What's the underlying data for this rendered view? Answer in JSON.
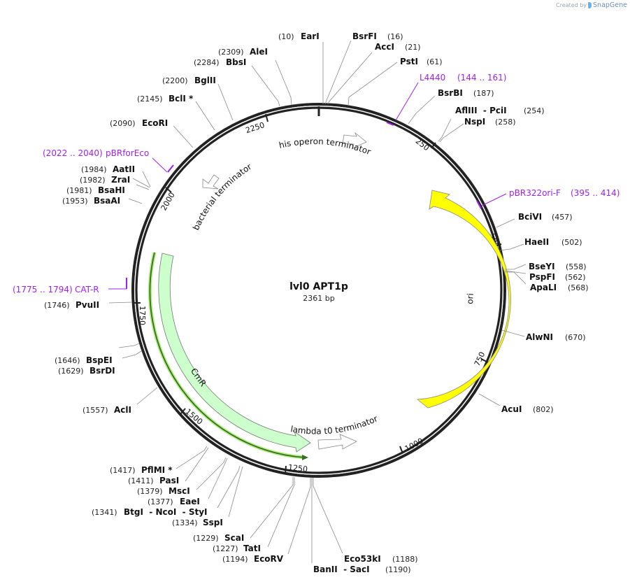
{
  "credit": {
    "prefix": "Created by",
    "brand": "SnapGene"
  },
  "plasmid": {
    "name": "lvl0 APT1p",
    "length_label": "2361 bp",
    "length": 2361
  },
  "colors": {
    "backbone": "#222222",
    "primer": "#a020f0",
    "ori": "#ffff00",
    "cmr": "#ccffcc",
    "cmr_line": "#88dd44",
    "leader": "#888888"
  },
  "ticks": [
    {
      "label": "250"
    },
    {
      "label": "500"
    },
    {
      "label": "750"
    },
    {
      "label": "1000"
    },
    {
      "label": "1250"
    },
    {
      "label": "1500"
    },
    {
      "label": "1750"
    },
    {
      "label": "2000"
    },
    {
      "label": "2250"
    }
  ],
  "enzymes": [
    {
      "name": "EarI",
      "pos": "(10)"
    },
    {
      "name": "BsrFI",
      "pos": "(16)"
    },
    {
      "name": "AccI",
      "pos": "(21)"
    },
    {
      "name": "PstI",
      "pos": "(61)"
    },
    {
      "name": "BsrBI",
      "pos": "(187)"
    },
    {
      "name": "AflIII  - PciI",
      "pos": "(254)"
    },
    {
      "name": "NspI",
      "pos": "(258)"
    },
    {
      "name": "BciVI",
      "pos": "(457)"
    },
    {
      "name": "HaeII",
      "pos": "(502)"
    },
    {
      "name": "BseYI",
      "pos": "(558)"
    },
    {
      "name": "PspFI",
      "pos": "(562)"
    },
    {
      "name": "ApaLI",
      "pos": "(568)"
    },
    {
      "name": "AlwNI",
      "pos": "(670)"
    },
    {
      "name": "AcuI",
      "pos": "(802)"
    },
    {
      "name": "Eco53kI",
      "pos": "(1188)"
    },
    {
      "name": "BanII  - SacI",
      "pos": "(1190)"
    },
    {
      "name": "EcoRV",
      "pos": "(1194)"
    },
    {
      "name": "TatI",
      "pos": "(1227)"
    },
    {
      "name": "ScaI",
      "pos": "(1229)"
    },
    {
      "name": "SspI",
      "pos": "(1334)"
    },
    {
      "name": "BtgI  - NcoI  - StyI",
      "pos": "(1341)"
    },
    {
      "name": "EaeI",
      "pos": "(1377)"
    },
    {
      "name": "MscI",
      "pos": "(1379)"
    },
    {
      "name": "PasI",
      "pos": "(1411)"
    },
    {
      "name": "PflMI *",
      "pos": "(1417)"
    },
    {
      "name": "AclI",
      "pos": "(1557)"
    },
    {
      "name": "BsrDI",
      "pos": "(1629)"
    },
    {
      "name": "BspEI",
      "pos": "(1646)"
    },
    {
      "name": "PvuII",
      "pos": "(1746)"
    },
    {
      "name": "BsaAI",
      "pos": "(1953)"
    },
    {
      "name": "BsaHI",
      "pos": "(1981)"
    },
    {
      "name": "ZraI",
      "pos": "(1982)"
    },
    {
      "name": "AatII",
      "pos": "(1984)"
    },
    {
      "name": "EcoRI",
      "pos": "(2090)"
    },
    {
      "name": "BclI *",
      "pos": "(2145)"
    },
    {
      "name": "BglII",
      "pos": "(2200)"
    },
    {
      "name": "BbsI",
      "pos": "(2284)"
    },
    {
      "name": "AleI",
      "pos": "(2309)"
    }
  ],
  "primers": [
    {
      "name": "L4440",
      "range": "(144 .. 161)"
    },
    {
      "name": "pBR322ori-F",
      "range": "(395 .. 414)"
    },
    {
      "name": "CAT-R",
      "range": "(1775 .. 1794)"
    },
    {
      "name": "pBRforEco",
      "range": "(2022 .. 2040)"
    }
  ],
  "features": [
    {
      "name": "his operon terminator"
    },
    {
      "name": "ori"
    },
    {
      "name": "lambda t0 terminator"
    },
    {
      "name": "CmR"
    },
    {
      "name": "bacterial terminator"
    }
  ]
}
